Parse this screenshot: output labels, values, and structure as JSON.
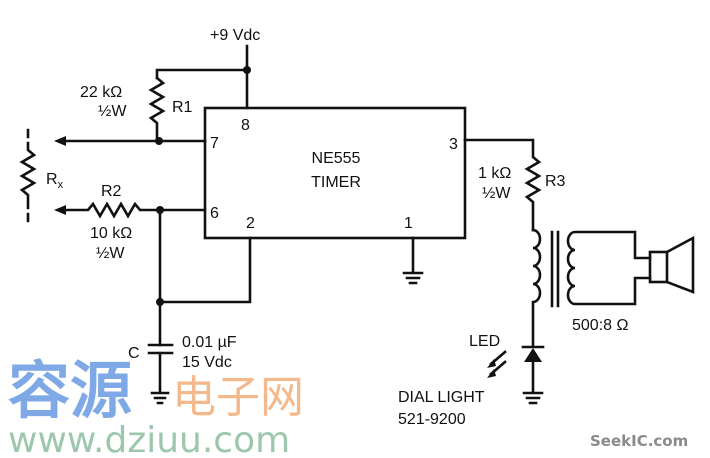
{
  "supply": {
    "label": "+9 Vdc"
  },
  "ic": {
    "name": "NE555",
    "subtitle": "TIMER",
    "pins": {
      "p1": "1",
      "p2": "2",
      "p3": "3",
      "p6": "6",
      "p7": "7",
      "p8": "8"
    }
  },
  "r1": {
    "name": "R1",
    "value": "22 kΩ",
    "power": "½W"
  },
  "r2": {
    "name": "R2",
    "value": "10 kΩ",
    "power": "½W"
  },
  "r3": {
    "name": "R3",
    "value": "1 kΩ",
    "power": "½W"
  },
  "rx": {
    "name": "R",
    "subscript": "x"
  },
  "capacitor": {
    "name": "C",
    "value": "0.01 µF",
    "rating": "15 Vdc"
  },
  "transformer": {
    "ratio": "500:8 Ω"
  },
  "led": {
    "name": "LED",
    "part_label": "DIAL LIGHT",
    "part_number": "521-9200"
  },
  "watermarks": {
    "cn_blue": "容源",
    "cn_orange": "电子网",
    "site": "www.dziuu.com",
    "seekic": "SeekIC.com"
  },
  "colors": {
    "ink": "#111111",
    "wm_blue": "#7fa8e6",
    "wm_orange": "#f3b98c",
    "wm_green": "#9cc7ad",
    "wm_grey": "#8a8a8a"
  }
}
